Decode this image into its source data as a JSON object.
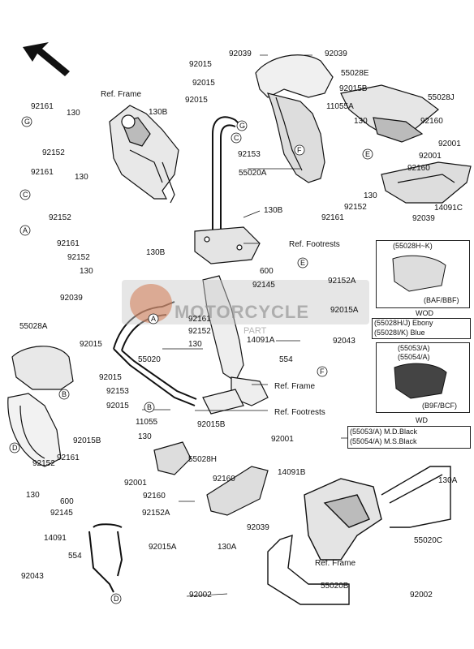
{
  "watermark": {
    "text": "MOTORCYCLE",
    "sub": "PART"
  },
  "labels": {
    "l92039a": "92039",
    "l92039b": "92039",
    "l92015a": "92015",
    "l55028E": "55028E",
    "l92015b": "92015",
    "l92015Ba": "92015B",
    "l92015c": "92015",
    "l55028J": "55028J",
    "l11055A": "11055A",
    "l130a": "130",
    "l92160a": "92160",
    "l92001a": "92001",
    "l92001b": "92001",
    "l92160b": "92160",
    "l92161a": "92161",
    "l92152a": "92152",
    "l130b": "130",
    "l14091C": "14091C",
    "l92039c": "92039",
    "l130Ba": "130B",
    "l92153a": "92153",
    "l55020A": "55020A",
    "l130Bb": "130B",
    "l130Bc": "130B",
    "refFrame1": "Ref. Frame",
    "refFootrests1": "Ref. Footrests",
    "l92161b": "92161",
    "l130c": "130",
    "l92152b": "92152",
    "l92161c": "92161",
    "l130d": "130",
    "l92152c": "92152",
    "l92161d": "92161",
    "l92152d": "92152",
    "l130e": "130",
    "l600a": "600",
    "l92145a": "92145",
    "l92152Aa": "92152A",
    "l92015Aa": "92015A",
    "l92161e": "92161",
    "l92152e": "92152",
    "l130f": "130",
    "l14091A": "14091A",
    "l92043a": "92043",
    "l554a": "554",
    "l92039d": "92039",
    "l55028A": "55028A",
    "l92015d": "92015",
    "l55020": "55020",
    "l92015e": "92015",
    "l92153b": "92153",
    "l92015f": "92015",
    "refFrame2": "Ref. Frame",
    "refFootrests2": "Ref. Footrests",
    "l11055": "11055",
    "l130g": "130",
    "l92015Bb": "92015B",
    "l92001c": "92001",
    "l55028H": "55028H",
    "l14091B": "14091B",
    "l92015Bc": "92015B",
    "l92161f": "92161",
    "l92152f": "92152",
    "l130h": "130",
    "l92001d": "92001",
    "l92160c": "92160",
    "l92160d": "92160",
    "l600b": "600",
    "l92145b": "92145",
    "l92152Ab": "92152A",
    "l14091": "14091",
    "l92015Ab": "92015A",
    "l554b": "554",
    "l92043b": "92043",
    "l92039e": "92039",
    "l130Aa": "130A",
    "l130Ab": "130A",
    "l55020C": "55020C",
    "refFrame3": "Ref. Frame",
    "l55020B": "55020B",
    "l92002a": "92002",
    "l92002b": "92002"
  },
  "callouts": {
    "A": "A",
    "B": "B",
    "C": "C",
    "D": "D",
    "E": "E",
    "F": "F",
    "G": "G"
  },
  "legend": {
    "box1_head": "(55028H~K)",
    "box1_foot": "(BAF/BBF)",
    "box1_title": "WOD",
    "box1_rows": [
      "(55028H/J) Ebony",
      "(55028I/K) Blue"
    ],
    "box2_head": "(55053/A)",
    "box2_head2": "(55054/A)",
    "box2_foot": "(B9F/BCF)",
    "box2_title": "WD",
    "box2_rows": [
      "(55053/A) M.D.Black",
      "(55054/A) M.S.Black"
    ]
  }
}
